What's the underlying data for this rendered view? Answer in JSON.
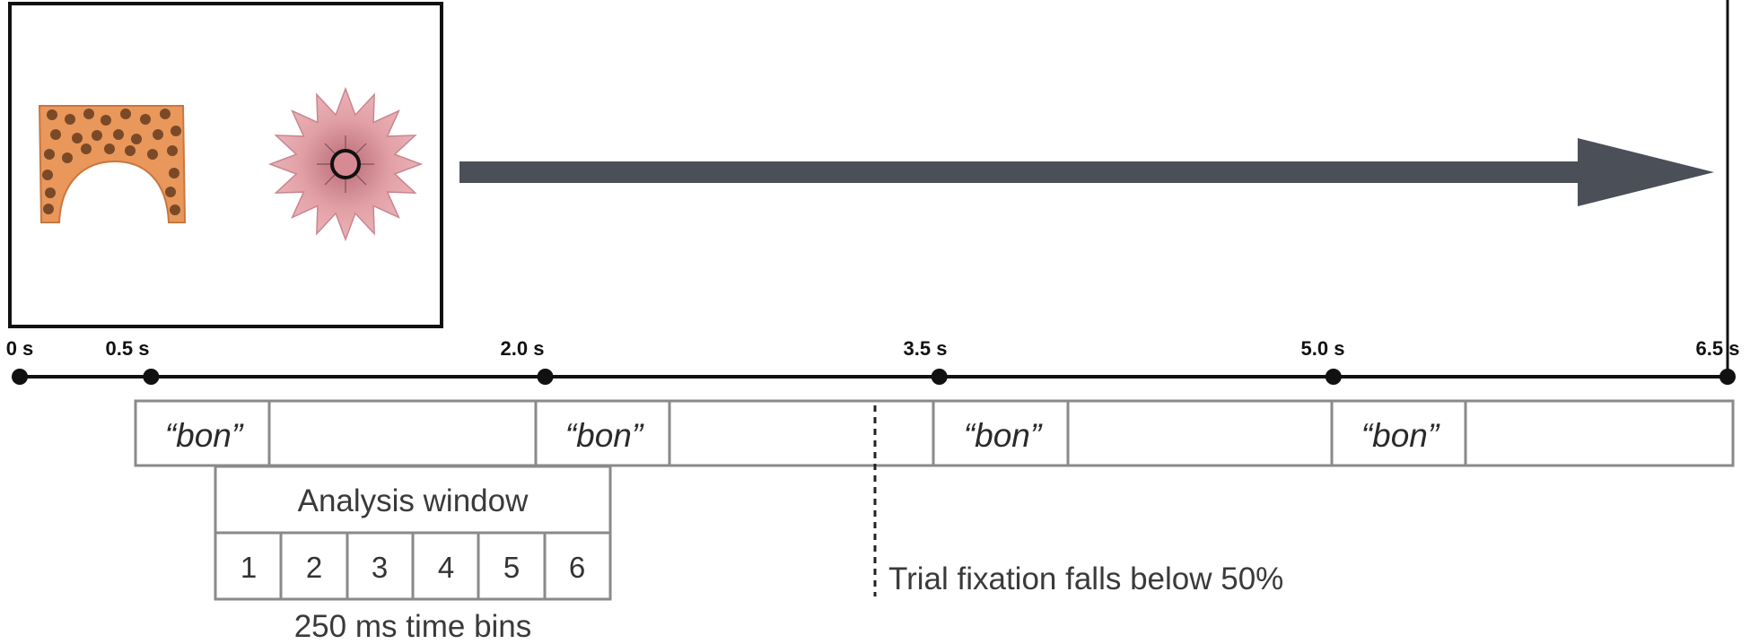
{
  "time_points": [
    "0 s",
    "0.5 s",
    "2.0 s",
    "3.5 s",
    "5.0 s",
    "6.5 s"
  ],
  "time_values": [
    0,
    0.5,
    2.0,
    3.5,
    5.0,
    6.5
  ],
  "word": "“bon”",
  "word_onsets": [
    0.5,
    2.0,
    3.5,
    5.0
  ],
  "analysis_window": {
    "label": "Analysis window",
    "bins": [
      "1",
      "2",
      "3",
      "4",
      "5",
      "6"
    ],
    "caption": "250 ms time bins"
  },
  "fixation_note": "Trial fixation falls below 50%",
  "colors": {
    "arrow": "#4b4f57",
    "arch_object": "#e9975b",
    "star_object": "#e2a0a6",
    "box_border": "#8a8a8a"
  }
}
